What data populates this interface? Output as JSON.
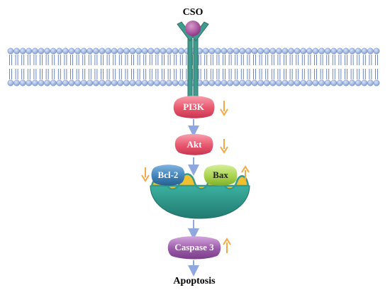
{
  "diagram": {
    "ligand": {
      "label": "CSO"
    },
    "nodes": {
      "pi3k": {
        "label": "PI3K",
        "trend": "down"
      },
      "akt": {
        "label": "Akt",
        "trend": "down"
      },
      "bcl2": {
        "label": "Bcl-2",
        "trend": "down"
      },
      "bax": {
        "label": "Bax",
        "trend": "up"
      },
      "caspase3": {
        "label": "Caspase 3",
        "trend": "up"
      }
    },
    "outcome": {
      "label": "Apoptosis"
    },
    "colors": {
      "ligand": "#9a3d8c",
      "receptor": "#3f9b8e",
      "lipid_head": "#8ea9dc",
      "lipid_tail": "#5b78b7",
      "pi3k": "#e8566e",
      "akt": "#e8566e",
      "bcl2": "#3c7fb5",
      "bax": "#a6d04a",
      "caspase3": "#9a5aa8",
      "mitochondria_outer": "#2f9c8e",
      "mitochondria_inner": "#f0c030",
      "arrow": "#8fa8e0",
      "trend_arrow": "#f4a742"
    }
  }
}
